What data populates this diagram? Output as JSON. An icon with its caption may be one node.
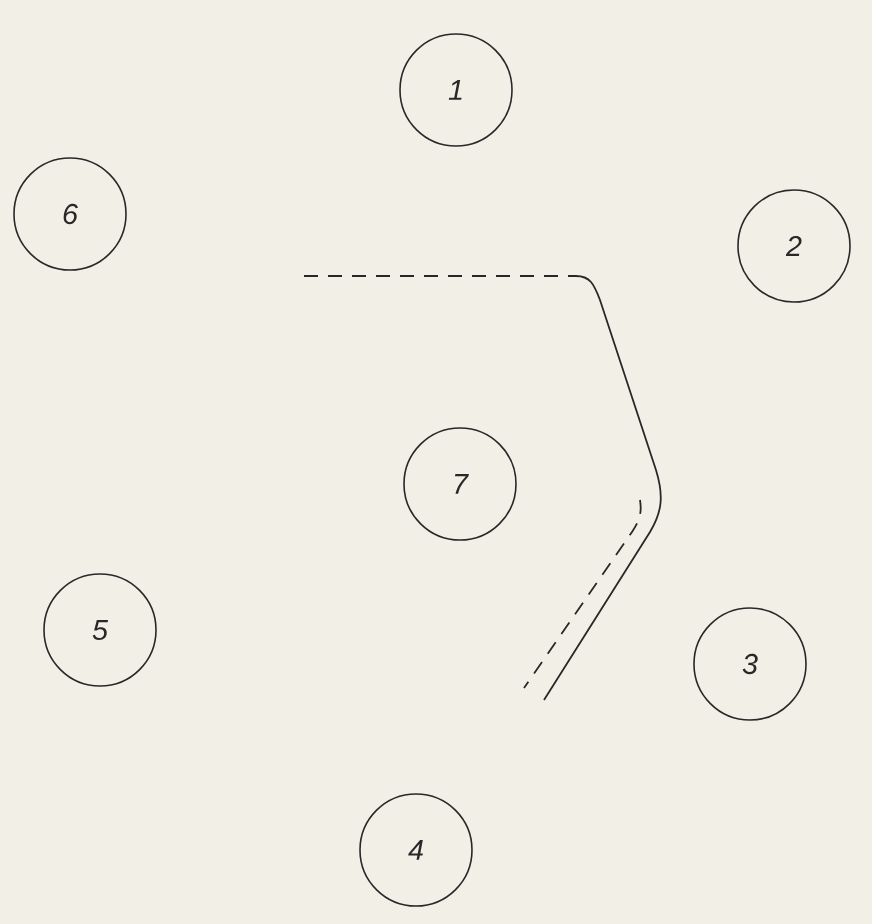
{
  "diagram": {
    "nodes": [
      {
        "text": [
          "1"
        ]
      },
      {
        "text": [
          "6"
        ]
      },
      {
        "text": [
          "2"
        ]
      },
      {
        "text": [
          "7"
        ]
      },
      {
        "text": [
          "5"
        ]
      },
      {
        "text": [
          "3"
        ]
      },
      {
        "text": [
          "4"
        ]
      }
    ]
  }
}
